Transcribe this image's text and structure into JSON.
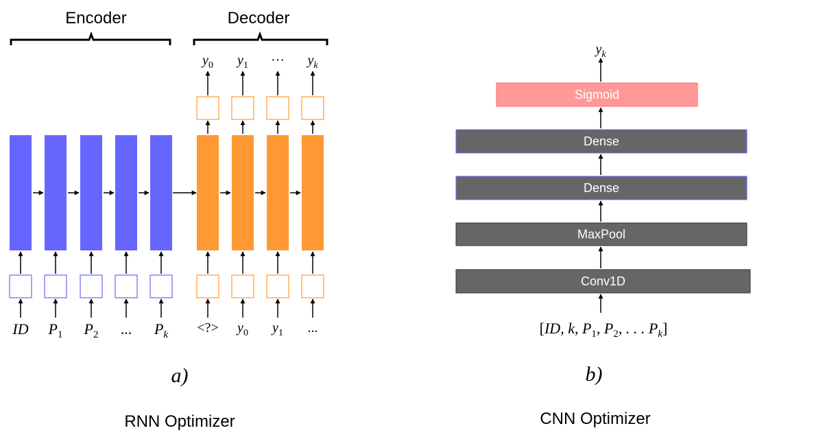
{
  "rnn": {
    "encoder_label": "Encoder",
    "decoder_label": "Decoder",
    "encoder_inputs": [
      {
        "base": "ID",
        "sub": ""
      },
      {
        "base": "P",
        "sub": "1"
      },
      {
        "base": "P",
        "sub": "2"
      },
      {
        "base": "...",
        "sub": ""
      },
      {
        "base": "P",
        "sub": "k"
      }
    ],
    "decoder_inputs": [
      {
        "base": "<?>",
        "sub": ""
      },
      {
        "base": "y",
        "sub": "0"
      },
      {
        "base": "y",
        "sub": "1"
      },
      {
        "base": "...",
        "sub": ""
      }
    ],
    "decoder_outputs": [
      {
        "base": "y",
        "sub": "0"
      },
      {
        "base": "y",
        "sub": "1"
      },
      {
        "base": "···",
        "sub": ""
      },
      {
        "base": "y",
        "sub": "k"
      }
    ],
    "panel_label": "a)",
    "caption": "RNN Optimizer",
    "encoder_color": "#6666ff",
    "decoder_color": "#ff9933"
  },
  "cnn": {
    "output_label": {
      "base": "y",
      "sub": "k"
    },
    "layers": [
      "Sigmoid",
      "Dense",
      "Dense",
      "MaxPool",
      "Conv1D"
    ],
    "input_expression": {
      "open": "[",
      "terms": [
        {
          "base": "ID",
          "sub": ""
        },
        {
          "base": "k",
          "sub": ""
        },
        {
          "base": "P",
          "sub": "1"
        },
        {
          "base": "P",
          "sub": "2"
        },
        {
          "base": ". . . P",
          "sub": "k"
        }
      ],
      "close": "]"
    },
    "panel_label": "b)",
    "caption": "CNN Optimizer",
    "sigmoid_color": "#ff9999",
    "layer_color": "#666666"
  }
}
